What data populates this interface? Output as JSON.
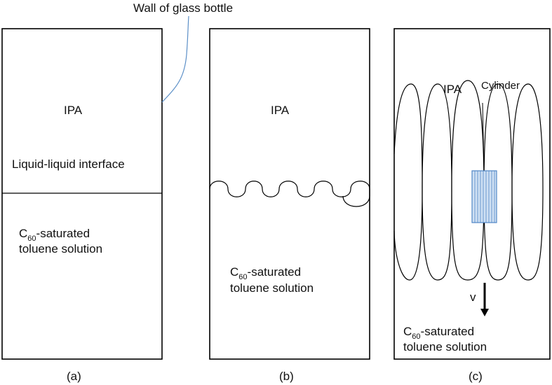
{
  "callout": {
    "wall_label": "Wall of glass bottle"
  },
  "panel_a": {
    "top_liquid": "IPA",
    "interface_label": "Liquid-liquid interface",
    "bottom_prefix": "C",
    "bottom_subscript": "60",
    "bottom_suffix": "-saturated",
    "bottom_line2": "toluene solution",
    "caption": "(a)"
  },
  "panel_b": {
    "top_liquid": "IPA",
    "bottom_prefix": "C",
    "bottom_subscript": "60",
    "bottom_suffix": "-saturated",
    "bottom_line2": "toluene solution",
    "caption": "(b)"
  },
  "panel_c": {
    "top_liquid": "IPA",
    "cylinder_label": "Cylinder",
    "velocity_label": "v",
    "bottom_prefix": "C",
    "bottom_subscript": "60",
    "bottom_suffix": "-saturated",
    "bottom_line2": "toluene solution",
    "caption": "(c)"
  },
  "colors": {
    "outline": "#000000",
    "callout_line": "#5b8fc7",
    "cylinder_fill": "#cfe0f3",
    "cylinder_hatch": "#4f86c6"
  }
}
